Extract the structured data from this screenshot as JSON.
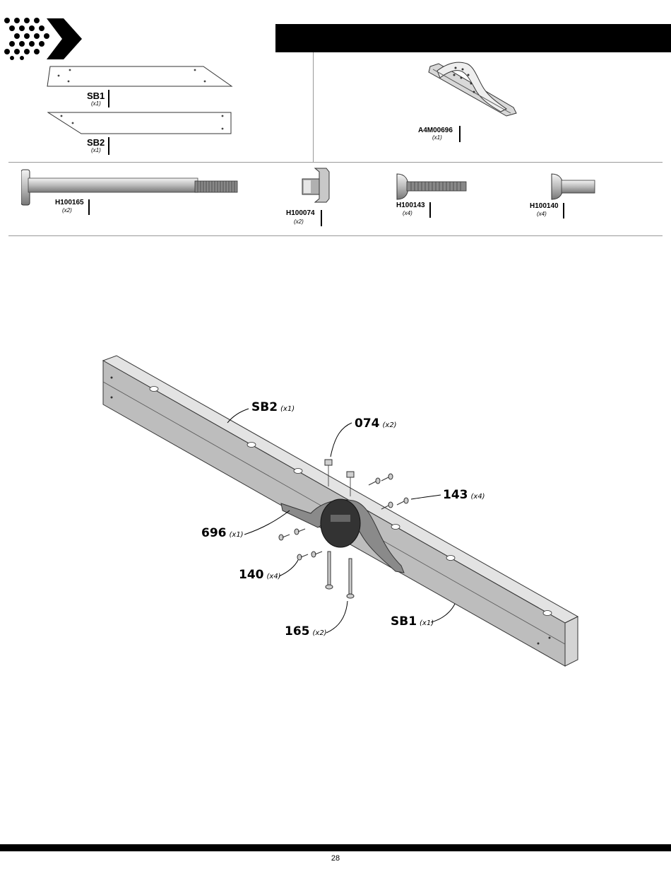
{
  "parts_top": [
    {
      "id": "SB1",
      "qty": "(x1)"
    },
    {
      "id": "SB2",
      "qty": "(x1)"
    },
    {
      "id": "A4M00696",
      "qty": "(x1)"
    }
  ],
  "hardware": [
    {
      "id": "H100165",
      "qty": "(x2)"
    },
    {
      "id": "H100074",
      "qty": "(x2)"
    },
    {
      "id": "H100143",
      "qty": "(x4)"
    },
    {
      "id": "H100140",
      "qty": "(x4)"
    }
  ],
  "callouts": [
    {
      "label": "SB2",
      "qty": "(x1)"
    },
    {
      "label": "074",
      "qty": "(x2)"
    },
    {
      "label": "143",
      "qty": "(x4)"
    },
    {
      "label": "696",
      "qty": "(x1)"
    },
    {
      "label": "140",
      "qty": "(x4)"
    },
    {
      "label": "165",
      "qty": "(x2)"
    },
    {
      "label": "SB1",
      "qty": "(x1)"
    }
  ],
  "page_number": "28"
}
